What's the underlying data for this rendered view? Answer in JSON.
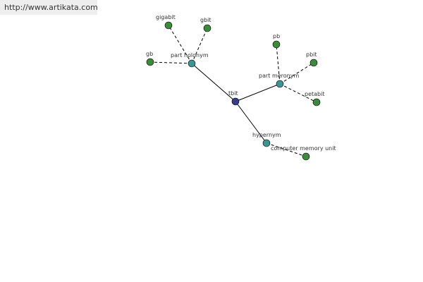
{
  "watermark": {
    "text": "http://www.artikata.com"
  },
  "colors": {
    "root": "#3a3a8c",
    "relation": "#3f9393",
    "leaf": "#3d8a3d",
    "edge": "#000000"
  },
  "graph": {
    "nodes": [
      {
        "id": "tbit",
        "label": "tbit",
        "kind": "root"
      },
      {
        "id": "part-holonym",
        "label": "part holonym",
        "kind": "relation"
      },
      {
        "id": "part-meronym",
        "label": "part meronym",
        "kind": "relation"
      },
      {
        "id": "hypernym",
        "label": "hypernym",
        "kind": "relation"
      },
      {
        "id": "gigabit",
        "label": "gigabit",
        "kind": "leaf"
      },
      {
        "id": "gbit",
        "label": "gbit",
        "kind": "leaf"
      },
      {
        "id": "gb",
        "label": "gb",
        "kind": "leaf"
      },
      {
        "id": "pb",
        "label": "pb",
        "kind": "leaf"
      },
      {
        "id": "pbit",
        "label": "pbit",
        "kind": "leaf"
      },
      {
        "id": "petabit",
        "label": "petabit",
        "kind": "leaf"
      },
      {
        "id": "computer-memory-unit",
        "label": "computer memory unit",
        "kind": "leaf"
      }
    ],
    "edges": [
      {
        "from": "tbit",
        "to": "part-holonym",
        "style": "solid"
      },
      {
        "from": "tbit",
        "to": "part-meronym",
        "style": "solid"
      },
      {
        "from": "tbit",
        "to": "hypernym",
        "style": "solid"
      },
      {
        "from": "part-holonym",
        "to": "gigabit",
        "style": "dashed"
      },
      {
        "from": "part-holonym",
        "to": "gbit",
        "style": "dashed"
      },
      {
        "from": "part-holonym",
        "to": "gb",
        "style": "dashed"
      },
      {
        "from": "part-meronym",
        "to": "pb",
        "style": "dashed"
      },
      {
        "from": "part-meronym",
        "to": "pbit",
        "style": "dashed"
      },
      {
        "from": "part-meronym",
        "to": "petabit",
        "style": "dashed"
      },
      {
        "from": "hypernym",
        "to": "computer-memory-unit",
        "style": "dashed"
      }
    ]
  }
}
